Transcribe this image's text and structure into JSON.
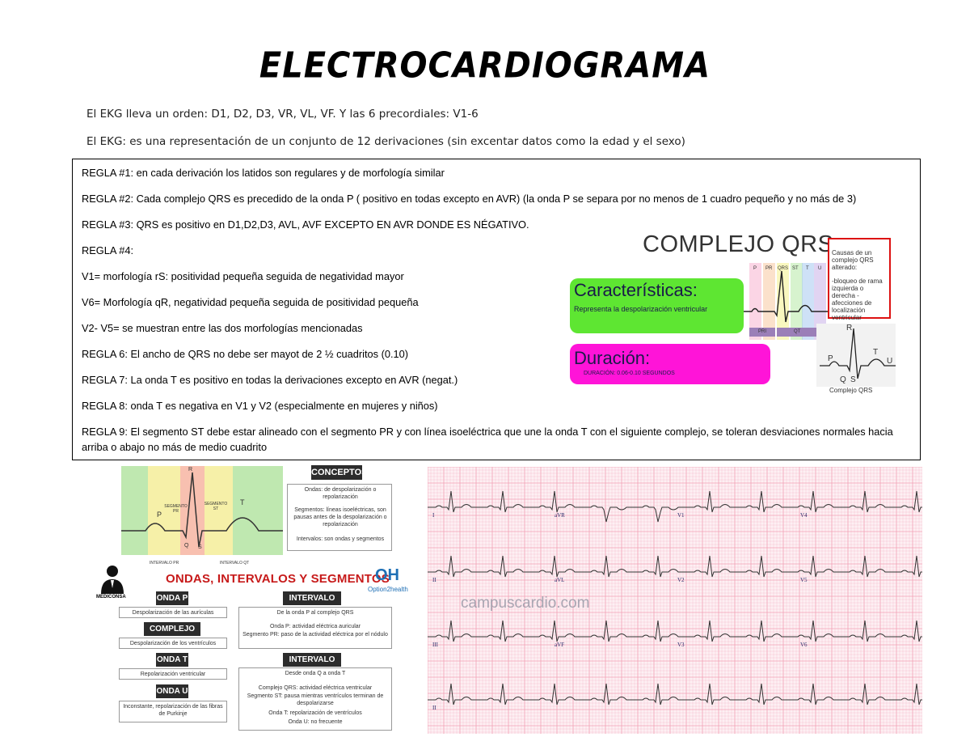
{
  "title": "ELECTROCARDIOGRAMA",
  "intro_lines": [
    "El EKG lleva un orden: D1, D2, D3, VR, VL, VF. Y las 6 precordiales: V1-6",
    "El EKG: es una representación de un conjunto de 12 derivaciones (sin excentar datos como la edad y el sexo)"
  ],
  "rules": [
    "REGLA #1: en cada derivación los latidos son regulares y de morfología similar",
    "REGLA #2: Cada complejo QRS es precedido de la onda P ( positivo en todas excepto en AVR) (la onda P se separa por no menos de 1 cuadro pequeño y no más de 3)",
    "REGLA #3: QRS es positivo en D1,D2,D3, AVL, AVF EXCEPTO EN AVR DONDE ES NÉGATIVO.",
    "REGLA #4:",
    "V1= morfología rS: positividad pequeña seguida de negatividad mayor",
    "V6= Morfología qR, negatividad pequeña seguida de positividad pequeña",
    "V2- V5= se muestran entre las dos morfologías mencionadas",
    "REGLA 6: El ancho de QRS no debe ser mayot de 2 ½ cuadritos (0.10)",
    "REGLA 7: La onda T es positivo en todas la derivaciones excepto en AVR (negat.)",
    "REGLA 8: onda T es negativa en V1 y V2 (especialmente en mujeres y niños)",
    "REGLA 9: El segmento ST debe estar alineado con el segmento PR y con línea isoeléctrica que une la onda T con el siguiente complejo, se toleran desviaciones normales hacia arriba o abajo no más de medio cuadrito"
  ],
  "qrs_panel": {
    "title": "COMPLEJO QRS",
    "caracteristicas_title": "Características:",
    "caracteristicas_text": "Representa la despolarización ventricular",
    "duracion_title": "Duración:",
    "duracion_text": "DURACIÓN: 0.06-0.10 SEGUNDOS",
    "causes_title": "Causas de un complejo QRS alterado:",
    "causes_text": "-bloqueo de rama izquierda o derecha -afecciones de localización ventricular",
    "band_labels": [
      "P",
      "PR",
      "QRS",
      "ST",
      "T",
      "U"
    ],
    "bottom_labels": [
      "PRI",
      "QT"
    ],
    "wave_labels": [
      "R",
      "P",
      "T",
      "U",
      "Q",
      "S"
    ],
    "caption": "Complejo QRS",
    "colors": {
      "green": "#5ee632",
      "magenta": "#ff14d8",
      "red_border": "#dd1111"
    }
  },
  "concepts_panel": {
    "wave_labels": [
      "R",
      "P",
      "SEGMENTO PR",
      "SEGMENTO ST",
      "T",
      "Q",
      "S"
    ],
    "interval_labels": [
      "INTERVALO PR",
      "INTERVALO QT"
    ],
    "conceptos_title": "CONCEPTOS",
    "conceptos_items": [
      "Ondas: de despolarización o repolarización",
      "Segmentos: líneas isoeléctricas, son pausas antes de la despolarización o repolarización",
      "Intervalos: son ondas y segmentos"
    ],
    "main_title": "ONDAS, INTERVALOS Y SEGMENTOS",
    "brand": "MEDICONSA",
    "o2h_logo": "OH",
    "o2h_name": "Option2health",
    "onda_p": {
      "title": "ONDA P",
      "text": "Despolarización de las aurículas"
    },
    "complejo_qrs": {
      "title": "COMPLEJO QRS",
      "text": "Despolarización de los ventrículos"
    },
    "onda_t": {
      "title": "ONDA T",
      "text": "Repolarización ventricular"
    },
    "onda_u": {
      "title": "ONDA U",
      "text": "Inconstante, repolarización de las fibras de Purkinje"
    },
    "intervalo_pr": {
      "title": "INTERVALO PR",
      "line1": "De la onda P al complejo QRS",
      "line2": "Onda P: actividad eléctrica auricular",
      "line3": "Segmento PR: paso de la actividad eléctrica por el nódulo"
    },
    "intervalo_qt": {
      "title": "INTERVALO QT",
      "line1": "Desde onda Q a onda T",
      "line2": "Complejo QRS: actividad eléctrica ventricular",
      "line3": "Segmento ST: pausa mientras ventrículos terminan de despolarizarse",
      "line4": "Onda T: repolarización de ventrículos",
      "line5": "Onda U: no frecuente"
    }
  },
  "ecg": {
    "watermark": "campuscardio.com",
    "leads": [
      "I",
      "aVR",
      "V1",
      "V4",
      "II",
      "aVL",
      "V2",
      "V5",
      "III",
      "aVF",
      "V3",
      "V6",
      "II"
    ],
    "grid_color": "#f2a0b4",
    "trace_color": "#333333"
  }
}
